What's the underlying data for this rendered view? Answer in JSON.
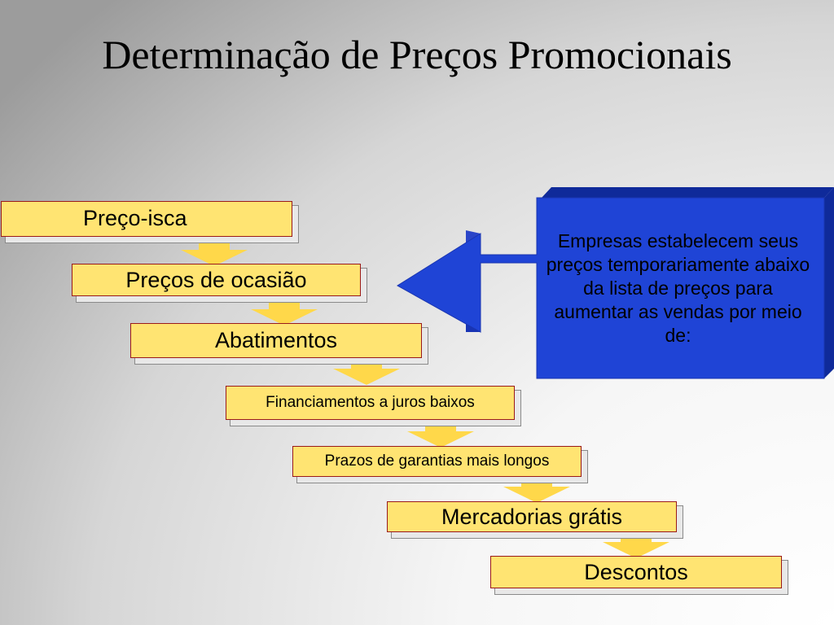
{
  "title": "Determinação de Preços Promocionais",
  "steps": [
    {
      "label": "Preço-isca"
    },
    {
      "label": "Preços de ocasião"
    },
    {
      "label": "Abatimentos"
    },
    {
      "label": "Financiamentos a juros baixos"
    },
    {
      "label": "Prazos de garantias mais longos"
    },
    {
      "label": "Mercadorias grátis"
    },
    {
      "label": "Descontos"
    }
  ],
  "callout": {
    "text": "Empresas estabelecem seus preços temporariamente abaixo da lista de preços para aumentar as vendas por meio de:"
  },
  "colors": {
    "step_fill": "#ffe472",
    "step_border": "#9a1a1a",
    "connector": "#ffd84a",
    "callout_front": "#1f44d6",
    "callout_side": "#0f2a9a"
  }
}
